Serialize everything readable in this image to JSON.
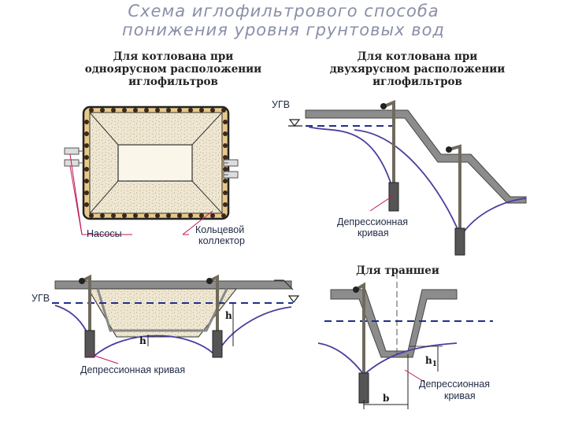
{
  "title": {
    "line1": "Схема иглофильтрового способа",
    "line2": "понижения уровня грунтовых вод"
  },
  "sections": {
    "single": {
      "heading": [
        "Для котлована при",
        "одноярусном расположении",
        "иглофильтров"
      ]
    },
    "double": {
      "heading": [
        "Для котлована при",
        "двухярусном расположении",
        "иглофильтров"
      ]
    },
    "trench": {
      "heading": "Для траншеи"
    }
  },
  "labels": {
    "ugv": "УГВ",
    "pumps": "Насосы",
    "collector": [
      "Кольцевой",
      "коллектор"
    ],
    "depression_curve_two_line": [
      "Депрессионная",
      "кривая"
    ],
    "depression_curve_one_line": "Депрессионная  кривая",
    "h": "h",
    "h1": "h",
    "h1_sub": "1",
    "b": "b"
  },
  "colors": {
    "ground": "#7d7d7d",
    "soil_fill": "#efe7d2",
    "pit_border": "#e8c88a",
    "curve": "#4a3fa0",
    "water_level": "#1f2f8a",
    "pipe": "#6f6a5c",
    "title": "#8a8fa8"
  }
}
